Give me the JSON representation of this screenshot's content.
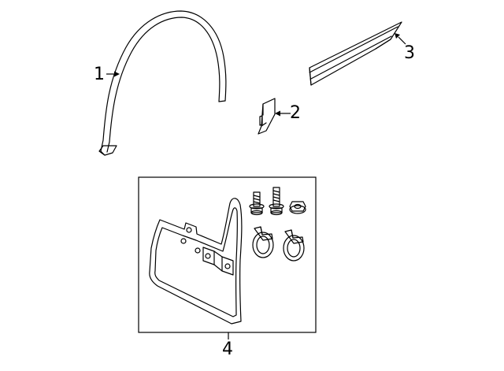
{
  "callouts": {
    "fender_flare": "1",
    "bracket": "2",
    "moulding": "3",
    "mud_flap_kit": "4"
  }
}
